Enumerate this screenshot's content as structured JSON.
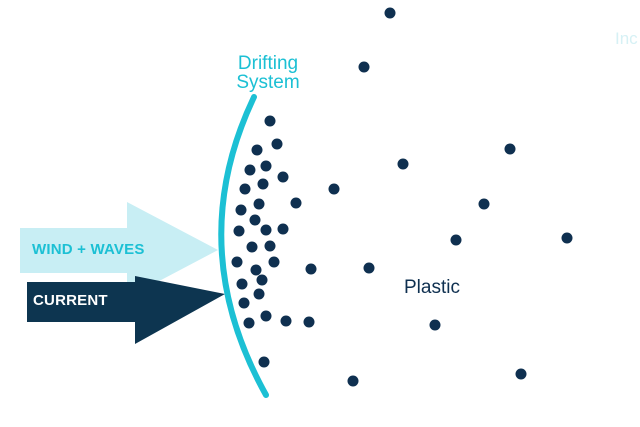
{
  "colors": {
    "background": "#ffffff",
    "system": "#1cc0d4",
    "wind_arrow": "#c8eef4",
    "wind_text": "#1cc0d4",
    "current_arrow": "#0d3550",
    "current_text": "#ffffff",
    "plastic": "#0f3050",
    "plastic_text": "#0f3050",
    "corner_text": "#d6f1f5"
  },
  "labels": {
    "system_line1": "Drifting",
    "system_line2": "System",
    "wind_waves": "WIND + WAVES",
    "current": "CURRENT",
    "plastic": "Plastic",
    "corner": "Inc"
  }
}
